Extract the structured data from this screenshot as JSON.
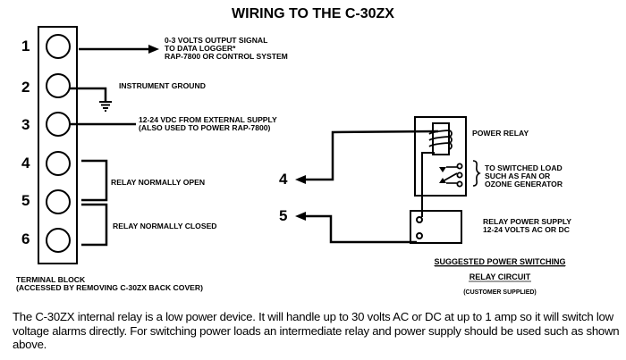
{
  "title": "WIRING TO THE C-30ZX",
  "terminal_block": {
    "terminals": [
      {
        "number": "1",
        "label_lines": [
          "0-3 VOLTS OUTPUT SIGNAL",
          "TO DATA LOGGER*",
          "RAP-7800 OR CONTROL SYSTEM"
        ]
      },
      {
        "number": "2",
        "label_lines": [
          "INSTRUMENT GROUND"
        ]
      },
      {
        "number": "3",
        "label_lines": [
          "12-24 VDC FROM EXTERNAL SUPPLY",
          "(ALSO USED TO POWER RAP-7800)"
        ]
      },
      {
        "number": "4",
        "label_lines": []
      },
      {
        "number": "5",
        "label_lines": []
      },
      {
        "number": "6",
        "label_lines": []
      }
    ],
    "relay_no_label": "RELAY NORMALLY OPEN",
    "relay_nc_label": "RELAY NORMALLY CLOSED",
    "caption_lines": [
      "TERMINAL BLOCK",
      "(ACCESSED BY REMOVING C-30ZX BACK COVER)"
    ]
  },
  "relay_circuit": {
    "wire_4_label": "4",
    "wire_5_label": "5",
    "power_relay_label": "POWER RELAY",
    "load_label_lines": [
      "TO SWITCHED LOAD",
      "SUCH AS FAN OR",
      "OZONE GENERATOR"
    ],
    "supply_label_lines": [
      "RELAY POWER SUPPLY",
      "12-24 VOLTS AC OR DC"
    ],
    "caption_line1": "SUGGESTED POWER SWITCHING",
    "caption_line2": "RELAY CIRCUIT",
    "caption_line3": "(CUSTOMER SUPPLIED)"
  },
  "description": "The C-30ZX internal relay is a low power device. It will handle up to 30 volts AC or DC at up to 1 amp so it will switch low voltage alarms directly. For switching power loads an intermediate relay and power supply should be used such as shown above."
}
